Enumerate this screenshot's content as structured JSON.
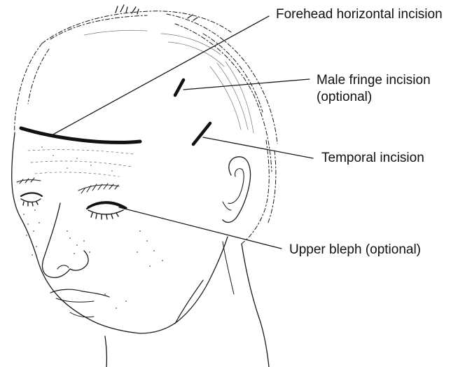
{
  "labels": {
    "forehead": "Forehead horizontal incision",
    "male_fringe_line1": "Male fringe incision",
    "male_fringe_line2": "(optional)",
    "temporal": "Temporal incision",
    "upper_bleph": "Upper bleph (optional)"
  },
  "colors": {
    "ink": "#111111",
    "background": "#ffffff"
  }
}
